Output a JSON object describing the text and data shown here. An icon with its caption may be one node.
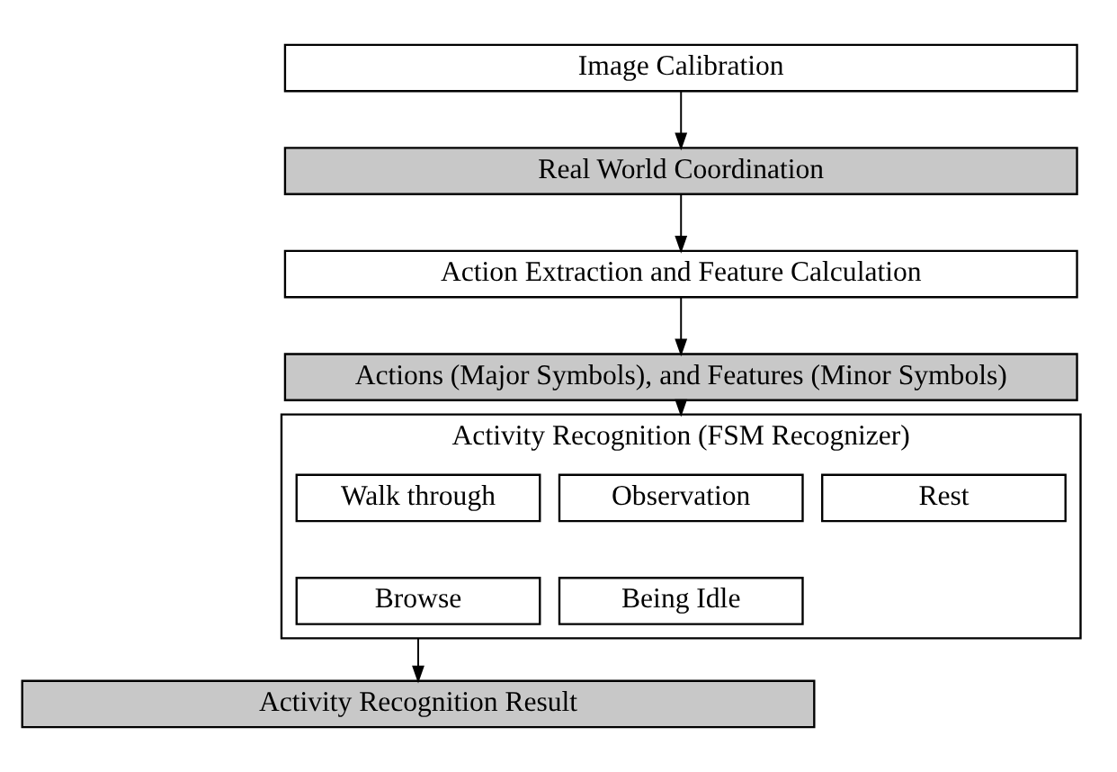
{
  "diagram": {
    "nodes": [
      {
        "text": [
          "Image Calibration"
        ]
      },
      {
        "text": [
          "Real World Coordination"
        ]
      },
      {
        "text": [
          "Action Extraction and Feature Calculation"
        ]
      },
      {
        "text": [
          "Actions (Major Symbols), and Features (Minor Symbols)"
        ]
      },
      {
        "text": [
          "Activity Recognition (FSM Recognizer)"
        ]
      },
      {
        "text": [
          "Walk through"
        ],
        "in": 4
      },
      {
        "text": [
          "Observation"
        ],
        "in": 4
      },
      {
        "text": [
          "Rest"
        ],
        "in": 4
      },
      {
        "text": [
          "Browse"
        ],
        "in": 4
      },
      {
        "text": [
          "Being Idle"
        ],
        "in": 4
      },
      {
        "text": [
          "Activity Recognition Result"
        ]
      }
    ],
    "edges": [
      {
        "from": 0,
        "to": 1,
        "arrow": "to"
      },
      {
        "from": 1,
        "to": 2,
        "arrow": "to"
      },
      {
        "from": 2,
        "to": 3,
        "arrow": "to"
      },
      {
        "from": 3,
        "to": 4,
        "arrow": "to"
      },
      {
        "from": 4,
        "to": 10,
        "arrow": "to"
      }
    ]
  }
}
